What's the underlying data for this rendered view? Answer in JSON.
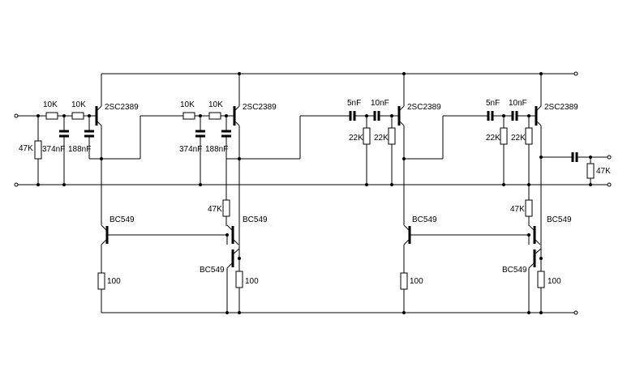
{
  "labels": {
    "r10k": "10K",
    "r47k": "47K",
    "c374": "374nF",
    "c188": "188nF",
    "c5": "5nF",
    "c10": "10nF",
    "r22k": "22K",
    "r100": "100",
    "q_main": "2SC2389",
    "q_small": "BC549"
  }
}
